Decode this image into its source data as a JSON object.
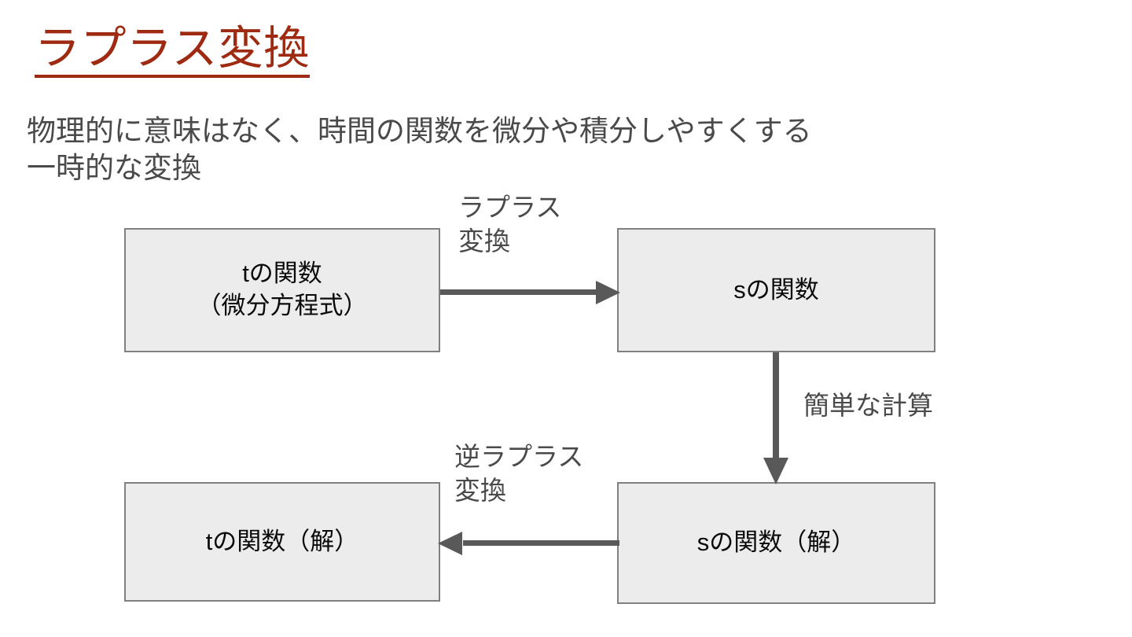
{
  "slide": {
    "title": "ラプラス変換",
    "body_text": "物理的に意味はなく、時間の関数を微分や積分しやすくする\n一時的な変換",
    "colors": {
      "title": "#9E2A12",
      "body_text": "#4A4A4A",
      "box_fill": "#ECECEC",
      "box_border": "#808080",
      "arrow": "#595959",
      "background": "#FFFFFF"
    }
  },
  "diagram": {
    "boxes": [
      {
        "id": "t-function",
        "label": "tの関数\n（微分方程式）"
      },
      {
        "id": "s-function",
        "label": "sの関数"
      },
      {
        "id": "t-function-solution",
        "label": "tの関数（解）"
      },
      {
        "id": "s-function-solution",
        "label": "sの関数（解）"
      }
    ],
    "arrows": [
      {
        "id": "laplace-transform",
        "label": "ラプラス\n変換",
        "direction": "right",
        "from": "t-function",
        "to": "s-function"
      },
      {
        "id": "simple-calculation",
        "label": "簡単な計算",
        "direction": "down",
        "from": "s-function",
        "to": "s-function-solution"
      },
      {
        "id": "inverse-laplace-transform",
        "label": "逆ラプラス\n変換",
        "direction": "left",
        "from": "s-function-solution",
        "to": "t-function-solution"
      }
    ]
  }
}
